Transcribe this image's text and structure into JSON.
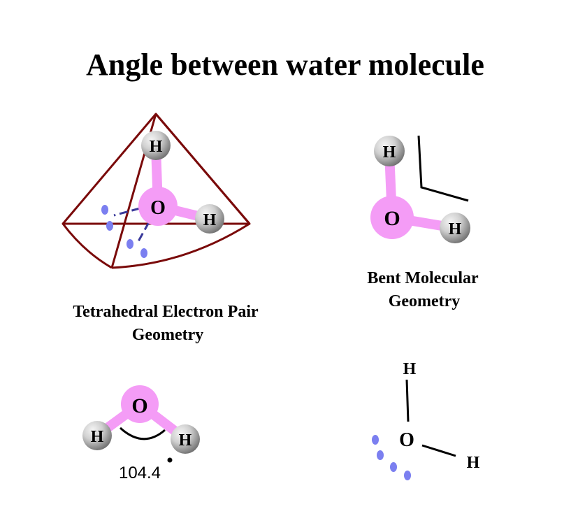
{
  "title": "Angle between water molecule",
  "atoms": {
    "oxygen": "O",
    "hydrogen": "H"
  },
  "captions": {
    "tetrahedral_line1": "Tetrahedral Electron Pair",
    "tetrahedral_line2": "Geometry",
    "bent_line1": "Bent Molecular",
    "bent_line2": "Geometry"
  },
  "angle_label": "104.4",
  "colors": {
    "oxygen": "#f49cf6",
    "bond": "#f49cf6",
    "hydrogen_light": "#f2f2f2",
    "hydrogen_dark": "#7a7a7a",
    "lone_pair": "#7b7ff0",
    "tetrahedron": "#7a0a0a",
    "dashed_bond": "#3a3a9a"
  },
  "icons": [
    "oxygen-atom",
    "hydrogen-atom",
    "lone-pair-dot",
    "tetrahedron",
    "angle-arc"
  ]
}
